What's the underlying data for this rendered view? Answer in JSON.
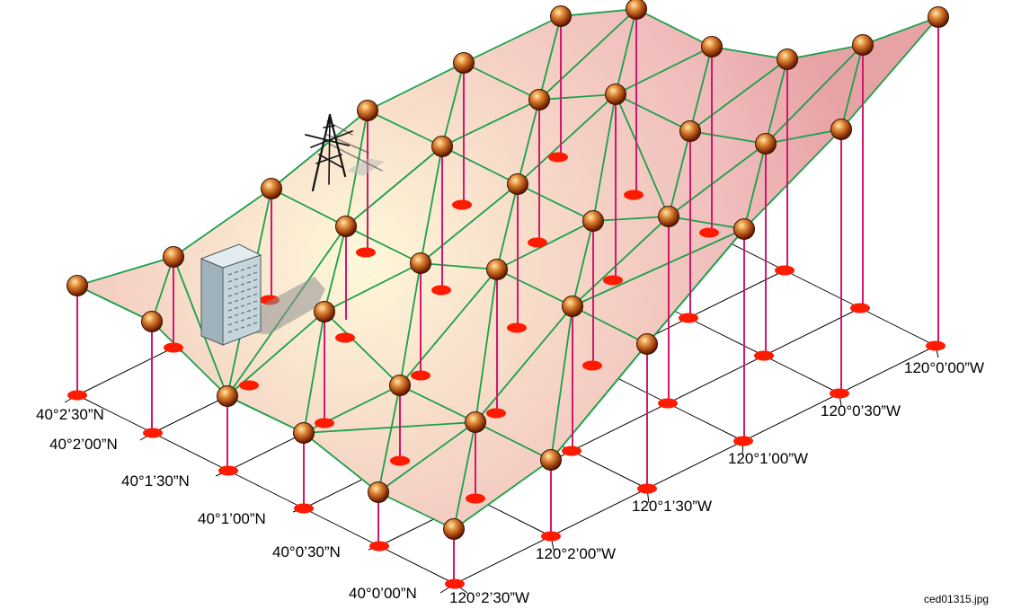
{
  "latitude_labels": [
    "40°2’30”N",
    "40°2’00”N",
    "40°1’30”N",
    "40°1’00”N",
    "40°0’30”N",
    "40°0’00”N"
  ],
  "longitude_labels": [
    "120°2’30”W",
    "120°2’00”W",
    "120°1’30”W",
    "120°1’00”W",
    "120°0’30”W",
    "120°0’00”W"
  ],
  "file_name": "ced01315.jpg",
  "colors": {
    "grid_line": "#000000",
    "ground_point": "#ff1a00",
    "post": "#d0186c",
    "tin_edge": "#1aa04a",
    "surface_light": "#fff7d8",
    "surface_main": "#f3c3bf",
    "surface_edge": "#e9a7a8",
    "side_shade": "#a9a9a9",
    "node": "#9a3d0c",
    "building": "#b8c8d0"
  },
  "icons": [
    "radio-tower-icon",
    "office-building-icon"
  ]
}
